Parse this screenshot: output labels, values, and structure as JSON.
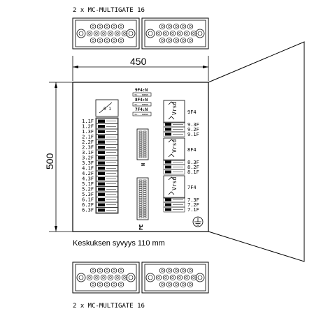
{
  "top_label": "2 x MC-MULTIGATE 16",
  "bottom_label": "2 x MC-MULTIGATE 16",
  "width_dim": "450",
  "height_dim": "500",
  "depth_note": "Keskuksen syvyys 110 mm",
  "left_labels": [
    "1.1F",
    "1.2F",
    "1.3F",
    "2.1F",
    "2.2F",
    "2.3F",
    "3.1F",
    "3.2F",
    "3.3F",
    "4.1F",
    "4.2F",
    "4.3F",
    "5.1F",
    "5.2F",
    "5.3F",
    "6.1F",
    "6.2F",
    "6.3F"
  ],
  "right_labels": {
    "group1": [
      "9F4",
      "9.3F",
      "9.2F",
      "9.1F"
    ],
    "group2": [
      "8F4",
      "8.3F",
      "8.2F",
      "8.1F"
    ],
    "group3": [
      "7F4",
      "7.3F",
      "7.2F",
      "7.1F"
    ]
  },
  "center_tags": [
    "9F4:N",
    "8F4:N",
    "7F4:N"
  ],
  "center_tag_small": "3W... NNNNN",
  "rcd_label": "Vrsd",
  "terminal_n": "N",
  "terminal_pe": "PE",
  "main_switch_label": "0 1",
  "ground_symbol": "earth-symbol"
}
